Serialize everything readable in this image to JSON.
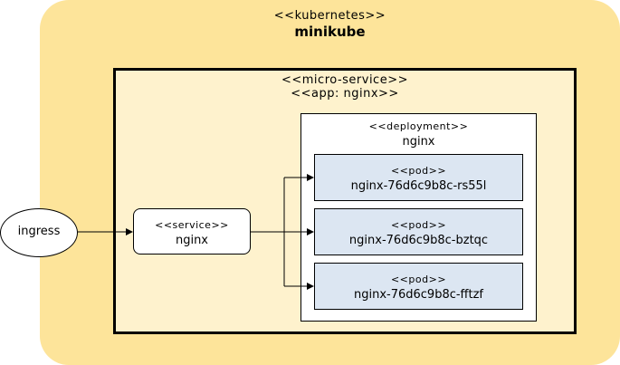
{
  "cluster": {
    "stereotype": "<<kubernetes>>",
    "name": "minikube"
  },
  "micro_service": {
    "stereotype": "<<micro-service>>",
    "app": "<<app: nginx>>"
  },
  "deployment": {
    "stereotype": "<<deployment>>",
    "name": "nginx"
  },
  "pods": [
    {
      "stereotype": "<<pod>>",
      "name": "nginx-76d6c9b8c-rs55l"
    },
    {
      "stereotype": "<<pod>>",
      "name": "nginx-76d6c9b8c-bztqc"
    },
    {
      "stereotype": "<<pod>>",
      "name": "nginx-76d6c9b8c-fftzf"
    }
  ],
  "service": {
    "stereotype": "<<service>>",
    "name": "nginx"
  },
  "ingress": {
    "label": "ingress"
  },
  "colors": {
    "cluster_fill": "#fde49a",
    "micro_service_fill": "#fef2cd",
    "pod_fill": "#dce6f2",
    "line": "#000000"
  }
}
